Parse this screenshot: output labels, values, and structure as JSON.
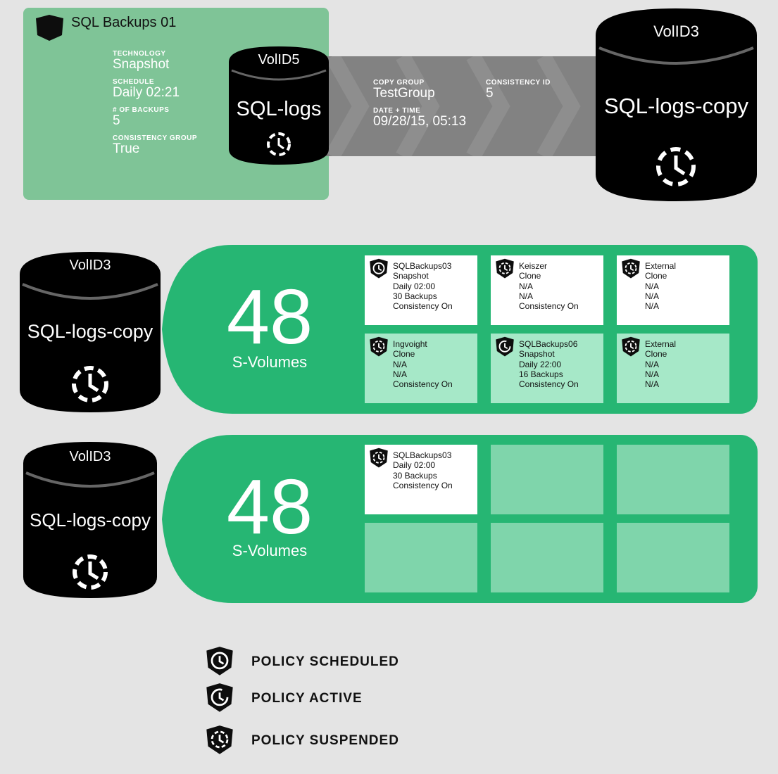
{
  "source_card": {
    "title": "SQL Backups 01",
    "technology_label": "TECHNOLOGY",
    "technology": "Snapshot",
    "schedule_label": "SCHEDULE",
    "schedule": "Daily 02:21",
    "backups_label": "# OF BACKUPS",
    "backups": "5",
    "consistency_group_label": "CONSISTENCY GROUP",
    "consistency_group": "True"
  },
  "source_volume": {
    "id": "VolID5",
    "name": "SQL-logs"
  },
  "copy_info": {
    "copy_group_label": "COPY GROUP",
    "copy_group": "TestGroup",
    "consistency_id_label": "CONSISTENCY ID",
    "consistency_id": "5",
    "datetime_label": "DATE + TIME",
    "datetime": "09/28/15, 05:13"
  },
  "target_volume": {
    "id": "VolID3",
    "name": "SQL-logs-copy"
  },
  "rows": [
    {
      "volume": {
        "id": "VolID3",
        "name": "SQL-logs-copy"
      },
      "count": "48",
      "count_label": "S-Volumes",
      "tiles": [
        {
          "icon": "policy-scheduled-icon",
          "lines": [
            "SQLBackups03",
            "Snapshot",
            "Daily 02:00",
            "30 Backups",
            "Consistency On"
          ]
        },
        {
          "icon": "policy-suspended-icon",
          "lines": [
            "Keiszer",
            "Clone",
            "N/A",
            "N/A",
            "Consistency On"
          ]
        },
        {
          "icon": "policy-suspended-icon",
          "lines": [
            "External",
            "Clone",
            "N/A",
            "N/A",
            "N/A"
          ]
        },
        {
          "icon": "policy-suspended-icon",
          "lines": [
            "Ingvoight",
            "Clone",
            "N/A",
            "N/A",
            "Consistency On"
          ]
        },
        {
          "icon": "policy-active-icon",
          "lines": [
            "SQLBackups06",
            "Snapshot",
            "Daily 22:00",
            "16 Backups",
            "Consistency On"
          ]
        },
        {
          "icon": "policy-suspended-icon",
          "lines": [
            "External",
            "Clone",
            "N/A",
            "N/A",
            "N/A"
          ]
        }
      ]
    },
    {
      "volume": {
        "id": "VolID3",
        "name": "SQL-logs-copy"
      },
      "count": "48",
      "count_label": "S-Volumes",
      "tiles": [
        {
          "icon": "policy-suspended-icon",
          "lines": [
            "SQLBackups03",
            "Daily 02:00",
            "30 Backups",
            "Consistency On"
          ]
        }
      ]
    }
  ],
  "legend": [
    {
      "icon": "policy-scheduled-icon",
      "label": "POLICY SCHEDULED"
    },
    {
      "icon": "policy-active-icon",
      "label": "POLICY ACTIVE"
    },
    {
      "icon": "policy-suspended-icon",
      "label": "POLICY SUSPENDED"
    }
  ],
  "colors": {
    "card_green": "#7fc497",
    "band_green": "#26b673",
    "tile_mint": "#a6e8c8",
    "tile_pale": "#7fd5ab",
    "band_gray": "#828282",
    "background": "#e4e4e4"
  }
}
